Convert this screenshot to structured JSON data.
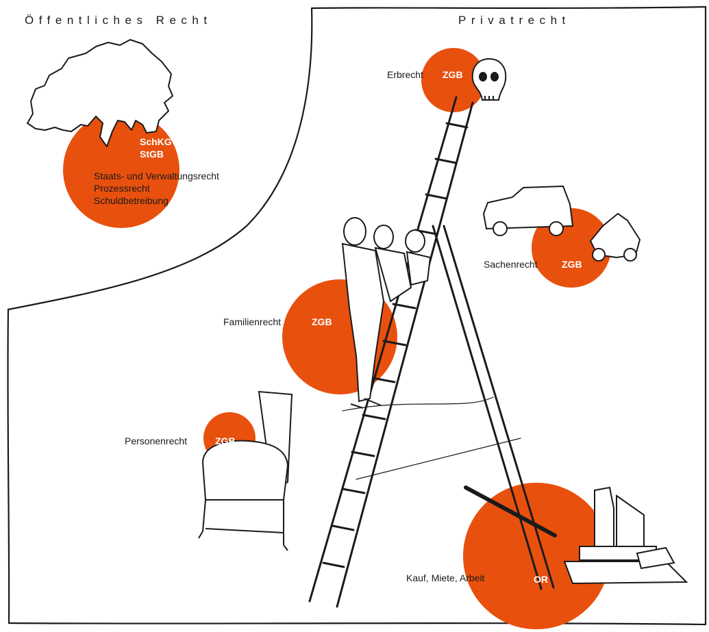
{
  "headings": {
    "public_law": "Öffentliches Recht",
    "private_law": "Privatrecht"
  },
  "colors": {
    "accent": "#e8500e",
    "ink": "#1a1a1a",
    "background": "#ffffff"
  },
  "areas": {
    "public": {
      "codes": [
        "SchKG",
        "StGB"
      ],
      "lines": [
        "Staats- und Verwaltungsrecht",
        "Prozessrecht",
        "Schuldbetreibung"
      ],
      "icon": "swiss-map-icon"
    },
    "erbrecht": {
      "label": "Erbrecht",
      "code": "ZGB",
      "icon": "skull-icon"
    },
    "sachenrecht": {
      "label": "Sachenrecht",
      "code": "ZGB",
      "icon": "vehicle-icon"
    },
    "familienrecht": {
      "label": "Familienrecht",
      "code": "ZGB",
      "icon": "family-icon"
    },
    "personenrecht": {
      "label": "Personenrecht",
      "code": "ZGB",
      "icon": "cradle-icon"
    },
    "vertrag": {
      "label": "Kauf, Miete, Arbeit",
      "code": "OR",
      "icon": "building-icon"
    }
  },
  "illustration": {
    "icon": "ladder-icon"
  }
}
